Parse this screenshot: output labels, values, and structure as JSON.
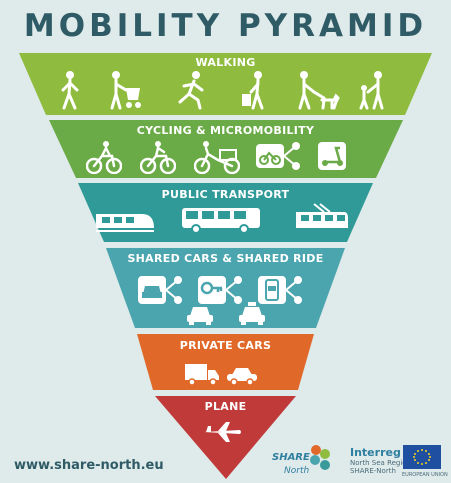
{
  "title": "MOBILITY PYRAMID",
  "tiers": [
    {
      "label": "WALKING",
      "color": "#8fbc3f"
    },
    {
      "label": "CYCLING & MICROMOBILITY",
      "color": "#6aaa47"
    },
    {
      "label": "PUBLIC TRANSPORT",
      "color": "#3a9a9a"
    },
    {
      "label": "SHARED CARS & SHARED RIDE",
      "color": "#4aa0ac"
    },
    {
      "label": "PRIVATE CARS",
      "color": "#e0692a"
    },
    {
      "label": "PLANE",
      "color": "#c13a3a"
    }
  ],
  "footer": {
    "url": "www.share-north.eu",
    "share_logo": "SHARE",
    "share_logo_sub": "North",
    "interreg": "Interreg",
    "interreg_sub1": "North Sea Region",
    "interreg_sub2": "SHARE-North",
    "eu_label": "EUROPEAN UNION"
  },
  "icons": {
    "walking": [
      "walking-person-icon",
      "person-with-stroller-icon",
      "running-person-icon",
      "person-with-luggage-icon",
      "person-walking-dog-icon",
      "adult-with-child-icon"
    ],
    "cycling": [
      "bicycle-rider-icon",
      "cyclist-icon",
      "cargo-bike-icon",
      "shared-bike-icon",
      "shared-scooter-icon"
    ],
    "public": [
      "train-icon",
      "bus-icon",
      "tram-icon"
    ],
    "shared": [
      "shared-car-icon",
      "car-key-icon",
      "carpool-app-icon",
      "car-icon",
      "taxi-icon"
    ],
    "private": [
      "truck-icon",
      "car-icon"
    ],
    "plane": [
      "airplane-icon"
    ]
  }
}
